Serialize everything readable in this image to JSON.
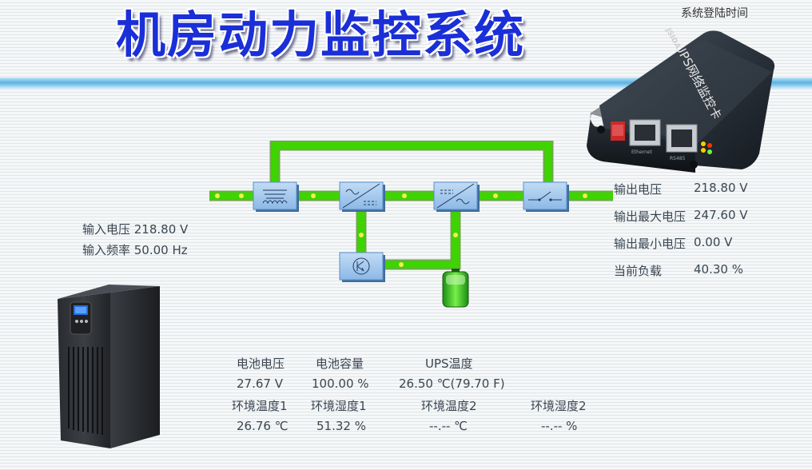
{
  "header": {
    "title": "机房动力监控系统",
    "login_time_label": "系统登陆时间"
  },
  "input": {
    "voltage_text": "输入电压 218.80 V",
    "frequency_text": "输入频率 50.00 Hz"
  },
  "output": {
    "voltage_label": "输出电压",
    "voltage_value": "218.80 V",
    "max_voltage_label": "输出最大电压",
    "max_voltage_value": "247.60 V",
    "min_voltage_label": "输出最小电压",
    "min_voltage_value": "0.00 V",
    "load_label": "当前负载",
    "load_value": "40.30 %"
  },
  "battery": {
    "voltage_label": "电池电压",
    "voltage_value": "27.67  V",
    "capacity_label": "电池容量",
    "capacity_value": "100.00  %",
    "ups_temp_label": "UPS温度",
    "ups_temp_value": "26.50  ℃(79.70 F)"
  },
  "environment": {
    "temp1_label": "环境温度1",
    "temp1_value": "26.76 ℃",
    "humidity1_label": "环境湿度1",
    "humidity1_value": "51.32 %",
    "temp2_label": "环境温度2",
    "temp2_value": "--.-- ℃",
    "humidity2_label": "环境湿度2",
    "humidity2_value": "--.-- %"
  },
  "device": {
    "text": "UPS网络监控卡",
    "brand": "JSIDA",
    "port1": "Ethernet",
    "port2": "RS485"
  },
  "colors": {
    "title_blue": "#1a2fd8",
    "flow_green": "#3ed400",
    "band_blue": "#5bb3e3",
    "module_blue": "#9ec8ee"
  }
}
